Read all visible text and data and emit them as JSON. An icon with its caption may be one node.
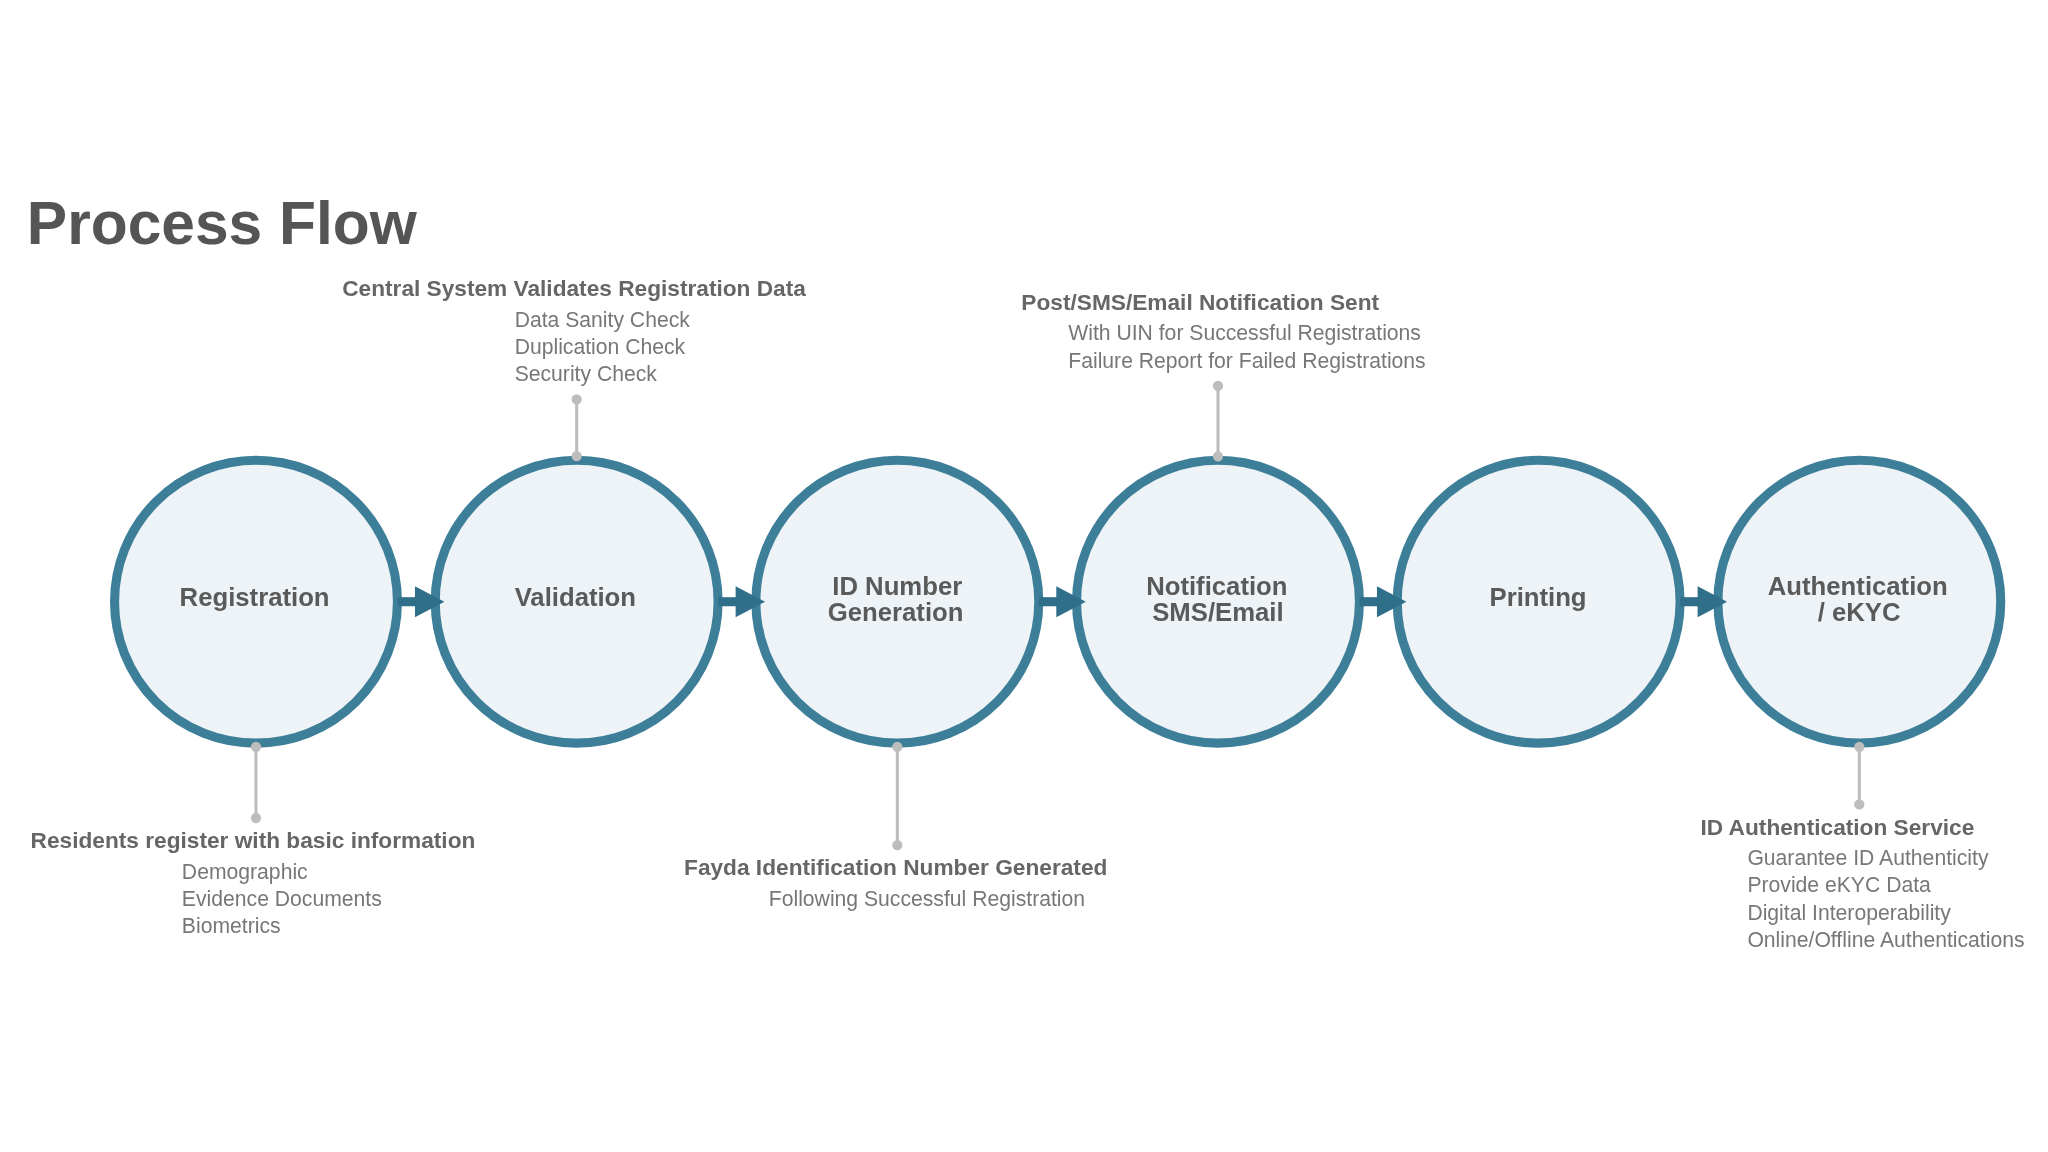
{
  "diagram": {
    "title": "Process Flow",
    "nodes": [
      {
        "text": [
          "Registration"
        ]
      },
      {
        "text": [
          "Validation"
        ]
      },
      {
        "text": [
          "ID Number Generation"
        ]
      },
      {
        "text": [
          "Notification SMS/Email"
        ]
      },
      {
        "text": [
          "Printing"
        ]
      },
      {
        "text": [
          "Authentication / eKYC"
        ]
      },
      {
        "text": [
          "Central System Validates Registration Data",
          "Data Sanity Check",
          "Duplication Check",
          "Security Check"
        ]
      },
      {
        "text": [
          "Post/SMS/Email Notification Sent",
          "With UIN for Successful Registrations",
          "Failure Report for Failed Registrations"
        ]
      },
      {
        "text": [
          "Residents register with basic information",
          "Demographic",
          "Evidence Documents",
          "Biometrics"
        ]
      },
      {
        "text": [
          "Fayda Identification Number Generated",
          "Following Successful Registration"
        ]
      },
      {
        "text": [
          "ID Authentication Service",
          "Guarantee ID Authenticity",
          "Provide eKYC Data",
          "Digital Interoperability",
          "Online/Offline Authentications"
        ]
      }
    ],
    "edges": [
      {
        "from": 0,
        "to": 1,
        "arrow": "to",
        "style": "thick"
      },
      {
        "from": 1,
        "to": 2,
        "arrow": "to",
        "style": "thick"
      },
      {
        "from": 2,
        "to": 3,
        "arrow": "to",
        "style": "thick"
      },
      {
        "from": 3,
        "to": 4,
        "arrow": "to",
        "style": "thick"
      },
      {
        "from": 4,
        "to": 5,
        "arrow": "to",
        "style": "thick"
      },
      {
        "from": 6,
        "to": 1,
        "arrow": "other",
        "color": "#bdbdbd"
      },
      {
        "from": 7,
        "to": 3,
        "arrow": "other",
        "color": "#bdbdbd"
      },
      {
        "from": 0,
        "to": 8,
        "arrow": "other",
        "color": "#bdbdbd"
      },
      {
        "from": 2,
        "to": 9,
        "arrow": "other",
        "color": "#bdbdbd"
      },
      {
        "from": 5,
        "to": 10,
        "arrow": "other",
        "color": "#bdbdbd"
      }
    ]
  }
}
